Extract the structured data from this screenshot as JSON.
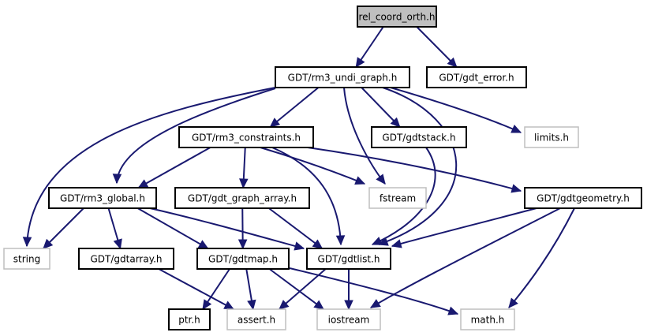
{
  "title": "rel_coord_orth.h include dependency graph",
  "colors": {
    "edge": "#191970",
    "root_fill": "#bfbfbf",
    "node_border": "#000000",
    "external_border": "#bfbfbf"
  },
  "nodes": [
    {
      "id": "rel_coord_orth",
      "label": "rel_coord_orth.h",
      "kind": "root"
    },
    {
      "id": "rm3_undi_graph",
      "label": "GDT/rm3_undi_graph.h",
      "kind": "local"
    },
    {
      "id": "gdt_error",
      "label": "GDT/gdt_error.h",
      "kind": "local"
    },
    {
      "id": "rm3_constraints",
      "label": "GDT/rm3_constraints.h",
      "kind": "local"
    },
    {
      "id": "gdtstack",
      "label": "GDT/gdtstack.h",
      "kind": "local"
    },
    {
      "id": "limits",
      "label": "limits.h",
      "kind": "external"
    },
    {
      "id": "rm3_global",
      "label": "GDT/rm3_global.h",
      "kind": "local"
    },
    {
      "id": "gdt_graph_array",
      "label": "GDT/gdt_graph_array.h",
      "kind": "local"
    },
    {
      "id": "fstream",
      "label": "fstream",
      "kind": "external"
    },
    {
      "id": "gdtgeometry",
      "label": "GDT/gdtgeometry.h",
      "kind": "local"
    },
    {
      "id": "string",
      "label": "string",
      "kind": "external"
    },
    {
      "id": "gdtarray",
      "label": "GDT/gdtarray.h",
      "kind": "local"
    },
    {
      "id": "gdtmap",
      "label": "GDT/gdtmap.h",
      "kind": "local"
    },
    {
      "id": "gdtlist",
      "label": "GDT/gdtlist.h",
      "kind": "local"
    },
    {
      "id": "ptr",
      "label": "ptr.h",
      "kind": "local"
    },
    {
      "id": "assert",
      "label": "assert.h",
      "kind": "external"
    },
    {
      "id": "iostream",
      "label": "iostream",
      "kind": "external"
    },
    {
      "id": "math",
      "label": "math.h",
      "kind": "external"
    }
  ],
  "edges": [
    [
      "rel_coord_orth",
      "rm3_undi_graph"
    ],
    [
      "rel_coord_orth",
      "gdt_error"
    ],
    [
      "rm3_undi_graph",
      "string"
    ],
    [
      "rm3_undi_graph",
      "rm3_global"
    ],
    [
      "rm3_undi_graph",
      "rm3_constraints"
    ],
    [
      "rm3_undi_graph",
      "fstream"
    ],
    [
      "rm3_undi_graph",
      "gdtstack"
    ],
    [
      "rm3_undi_graph",
      "gdtlist"
    ],
    [
      "rm3_undi_graph",
      "limits"
    ],
    [
      "rm3_constraints",
      "rm3_global"
    ],
    [
      "rm3_constraints",
      "gdt_graph_array"
    ],
    [
      "rm3_constraints",
      "fstream"
    ],
    [
      "rm3_constraints",
      "gdtlist"
    ],
    [
      "rm3_constraints",
      "gdtgeometry"
    ],
    [
      "gdtstack",
      "gdtlist"
    ],
    [
      "rm3_global",
      "string"
    ],
    [
      "rm3_global",
      "gdtarray"
    ],
    [
      "rm3_global",
      "gdtmap"
    ],
    [
      "rm3_global",
      "gdtlist"
    ],
    [
      "gdt_graph_array",
      "gdtmap"
    ],
    [
      "gdt_graph_array",
      "gdtlist"
    ],
    [
      "gdtgeometry",
      "gdtlist"
    ],
    [
      "gdtgeometry",
      "iostream"
    ],
    [
      "gdtgeometry",
      "math"
    ],
    [
      "gdtarray",
      "assert"
    ],
    [
      "gdtmap",
      "ptr"
    ],
    [
      "gdtmap",
      "assert"
    ],
    [
      "gdtmap",
      "iostream"
    ],
    [
      "gdtmap",
      "math"
    ],
    [
      "gdtlist",
      "assert"
    ],
    [
      "gdtlist",
      "iostream"
    ]
  ]
}
